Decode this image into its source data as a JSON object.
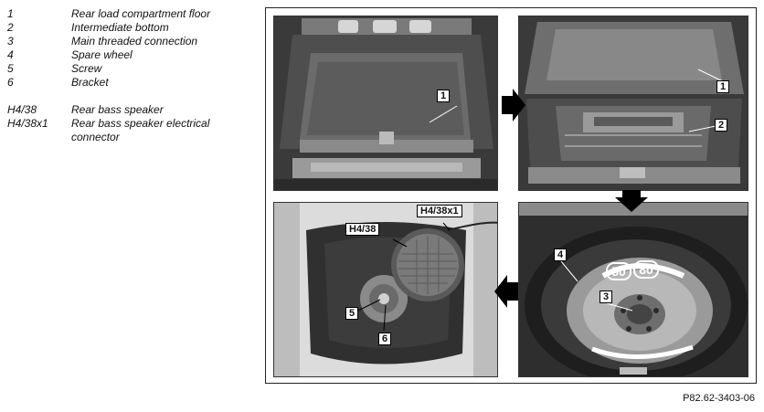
{
  "legend": [
    {
      "key": "1",
      "text": "Rear load compartment floor"
    },
    {
      "key": "2",
      "text": "Intermediate bottom"
    },
    {
      "key": "3",
      "text": "Main threaded connection"
    },
    {
      "key": "4",
      "text": "Spare wheel"
    },
    {
      "key": "5",
      "text": "Screw"
    },
    {
      "key": "6",
      "text": "Bracket"
    },
    {
      "key": "H4/38",
      "text": "Rear bass speaker"
    },
    {
      "key": "H4/38x1",
      "text": "Rear bass speaker electrical connector"
    }
  ],
  "callouts": {
    "p1_1": "1",
    "p2_1": "1",
    "p2_2": "2",
    "p4_4": "4",
    "p4_3": "3",
    "p3_h438": "H4/38",
    "p3_h438x1": "H4/38x1",
    "p3_5": "5",
    "p3_6": "6"
  },
  "tire_markings": [
    "50",
    "80"
  ],
  "reference": "P82.62-3403-06"
}
